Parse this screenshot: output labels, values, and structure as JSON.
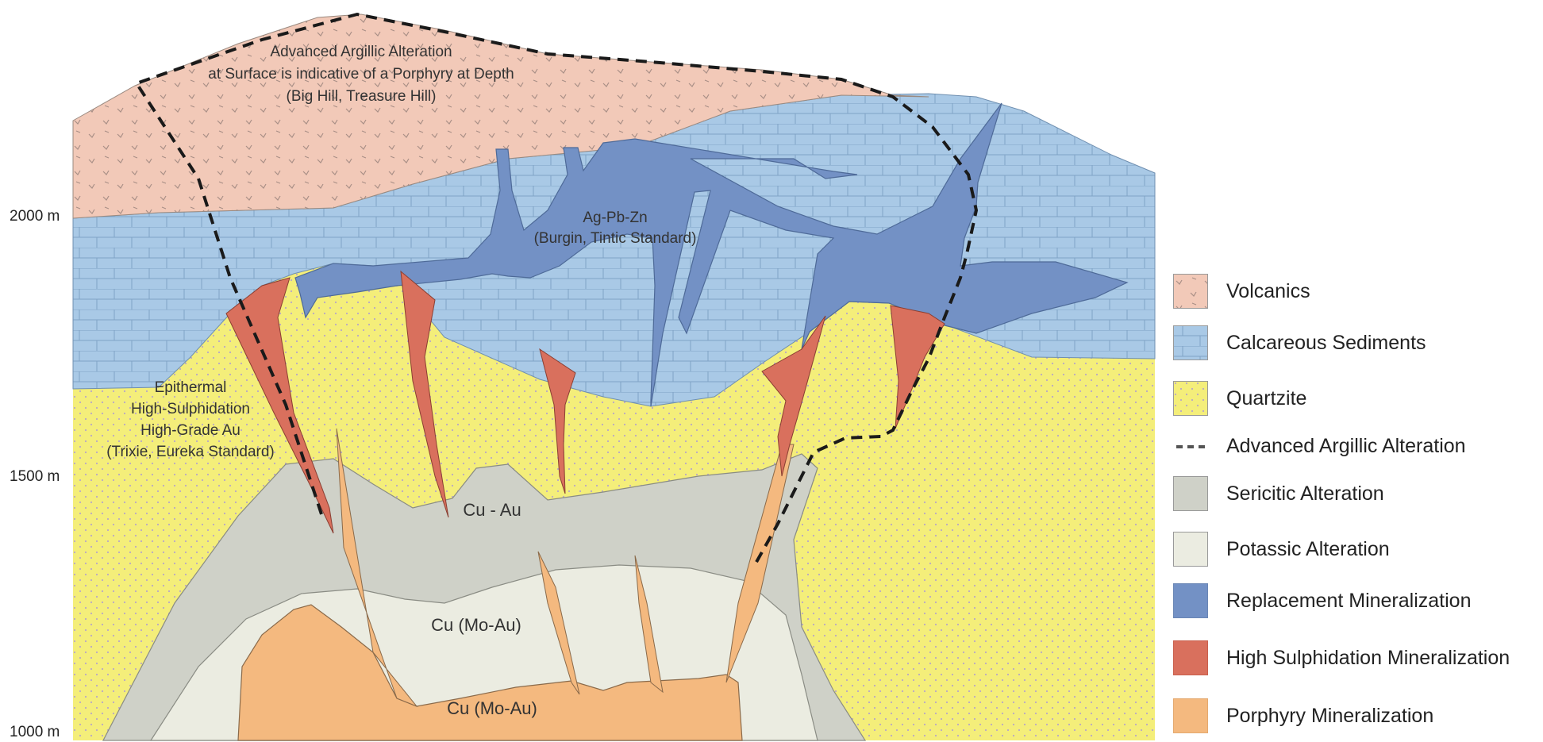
{
  "elevations": {
    "e2000": "2000 m",
    "e1500": "1500 m",
    "e1000": "1000 m"
  },
  "labels": {
    "volcanics_line1": "Advanced Argillic Alteration",
    "volcanics_line2": "at Surface is indicative of a Porphyry at Depth",
    "volcanics_line3": "(Big Hill, Treasure Hill)",
    "replacement_line1": "Ag-Pb-Zn",
    "replacement_line2": "(Burgin, Tintic Standard)",
    "epithermal_line1": "Epithermal",
    "epithermal_line2": "High-Sulphidation",
    "epithermal_line3": "High-Grade Au",
    "epithermal_line4": "(Trixie, Eureka Standard)",
    "cu_au": "Cu - Au",
    "cu_mo_au_upper": "Cu (Mo-Au)",
    "cu_mo_au_lower": "Cu (Mo-Au)"
  },
  "legend": [
    {
      "label": "Volcanics",
      "color": "#f2c9b8",
      "pattern": "volcanic",
      "icon": "volcanics-swatch"
    },
    {
      "label": "Calcareous Sediments",
      "color": "#a9c9e6",
      "pattern": "limestone",
      "icon": "calcareous-swatch"
    },
    {
      "label": "Quartzite",
      "color": "#f4ee7a",
      "pattern": "dots",
      "icon": "quartzite-swatch"
    },
    {
      "label": "Advanced Argillic Alteration",
      "color": "#555555",
      "pattern": "dashed-line",
      "icon": "dashed-line-swatch"
    },
    {
      "label": "Sericitic Alteration",
      "color": "#cfd1c8",
      "pattern": "solid",
      "icon": "sericitic-swatch"
    },
    {
      "label": "Potassic Alteration",
      "color": "#ebece1",
      "pattern": "solid",
      "icon": "potassic-swatch"
    },
    {
      "label": "Replacement Mineralization",
      "color": "#7391c5",
      "pattern": "solid",
      "icon": "replacement-swatch"
    },
    {
      "label": "High Sulphidation Mineralization",
      "color": "#d9705d",
      "pattern": "solid",
      "icon": "high-sulphidation-swatch"
    },
    {
      "label": "Porphyry Mineralization",
      "color": "#f4b97f",
      "pattern": "solid",
      "icon": "porphyry-swatch"
    }
  ]
}
